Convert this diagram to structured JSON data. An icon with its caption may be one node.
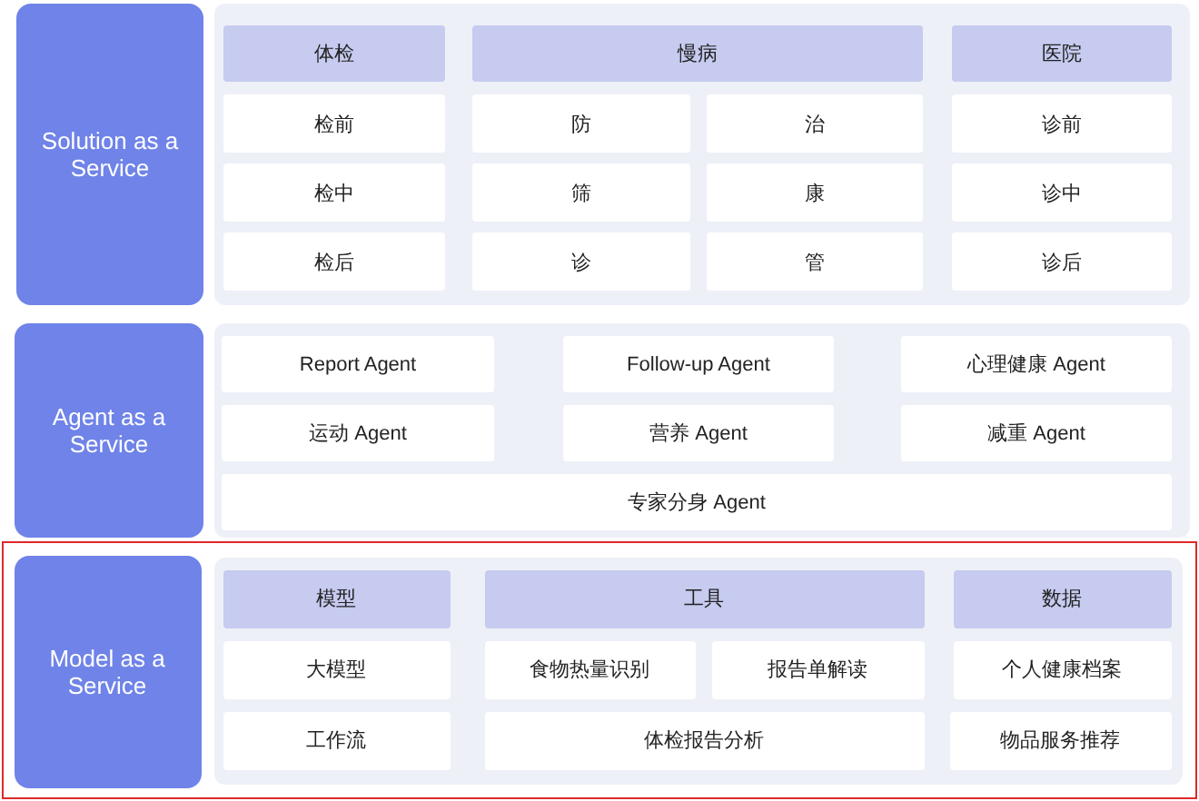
{
  "diagram": {
    "nodes": [
      {
        "text": [
          "Solution as a Service"
        ]
      },
      {
        "text": [],
        "shape": "box"
      },
      {
        "text": [
          "体检"
        ],
        "in": 1
      },
      {
        "text": [
          "慢病"
        ],
        "in": 1
      },
      {
        "text": [
          "医院"
        ],
        "in": 1
      },
      {
        "text": [
          "检前"
        ],
        "in": 1
      },
      {
        "text": [
          "防"
        ],
        "in": 1
      },
      {
        "text": [
          "治"
        ],
        "in": 1
      },
      {
        "text": [
          "诊前"
        ],
        "in": 1
      },
      {
        "text": [
          "检中"
        ],
        "in": 1
      },
      {
        "text": [
          "筛"
        ],
        "in": 1
      },
      {
        "text": [
          "康"
        ],
        "in": 1
      },
      {
        "text": [
          "诊中"
        ],
        "in": 1
      },
      {
        "text": [
          "检后"
        ],
        "in": 1
      },
      {
        "text": [
          "诊"
        ],
        "in": 1
      },
      {
        "text": [
          "管"
        ],
        "in": 1
      },
      {
        "text": [
          "诊后"
        ],
        "in": 1
      },
      {
        "text": [
          "Agent as a Service"
        ]
      },
      {
        "text": [],
        "shape": "box"
      },
      {
        "text": [
          "Report Agent"
        ],
        "in": 18
      },
      {
        "text": [
          "Follow-up Agent"
        ],
        "in": 18
      },
      {
        "text": [
          "心理健康 Agent"
        ],
        "in": 18
      },
      {
        "text": [
          "运动 Agent"
        ],
        "in": 18
      },
      {
        "text": [
          "营养 Agent"
        ],
        "in": 18
      },
      {
        "text": [
          "减重 Agent"
        ],
        "in": 18
      },
      {
        "text": [
          "专家分身 Agent"
        ],
        "in": 18
      },
      {
        "text": [],
        "shape": "box"
      },
      {
        "text": [
          "Model as a Service"
        ],
        "in": 26
      },
      {
        "text": [],
        "shape": "box",
        "in": 26
      },
      {
        "text": [
          "模型"
        ],
        "in": 28
      },
      {
        "text": [
          "工具"
        ],
        "in": 28
      },
      {
        "text": [
          "数据"
        ],
        "in": 28
      },
      {
        "text": [
          "大模型"
        ],
        "in": 28
      },
      {
        "text": [
          "食物热量识别"
        ],
        "in": 28
      },
      {
        "text": [
          "报告单解读"
        ],
        "in": 28
      },
      {
        "text": [
          "个人健康档案"
        ],
        "in": 28
      },
      {
        "text": [
          "工作流"
        ],
        "in": 28
      },
      {
        "text": [
          "体检报告分析"
        ],
        "in": 28
      },
      {
        "text": [
          "物品服务推荐"
        ],
        "in": 28
      }
    ]
  }
}
